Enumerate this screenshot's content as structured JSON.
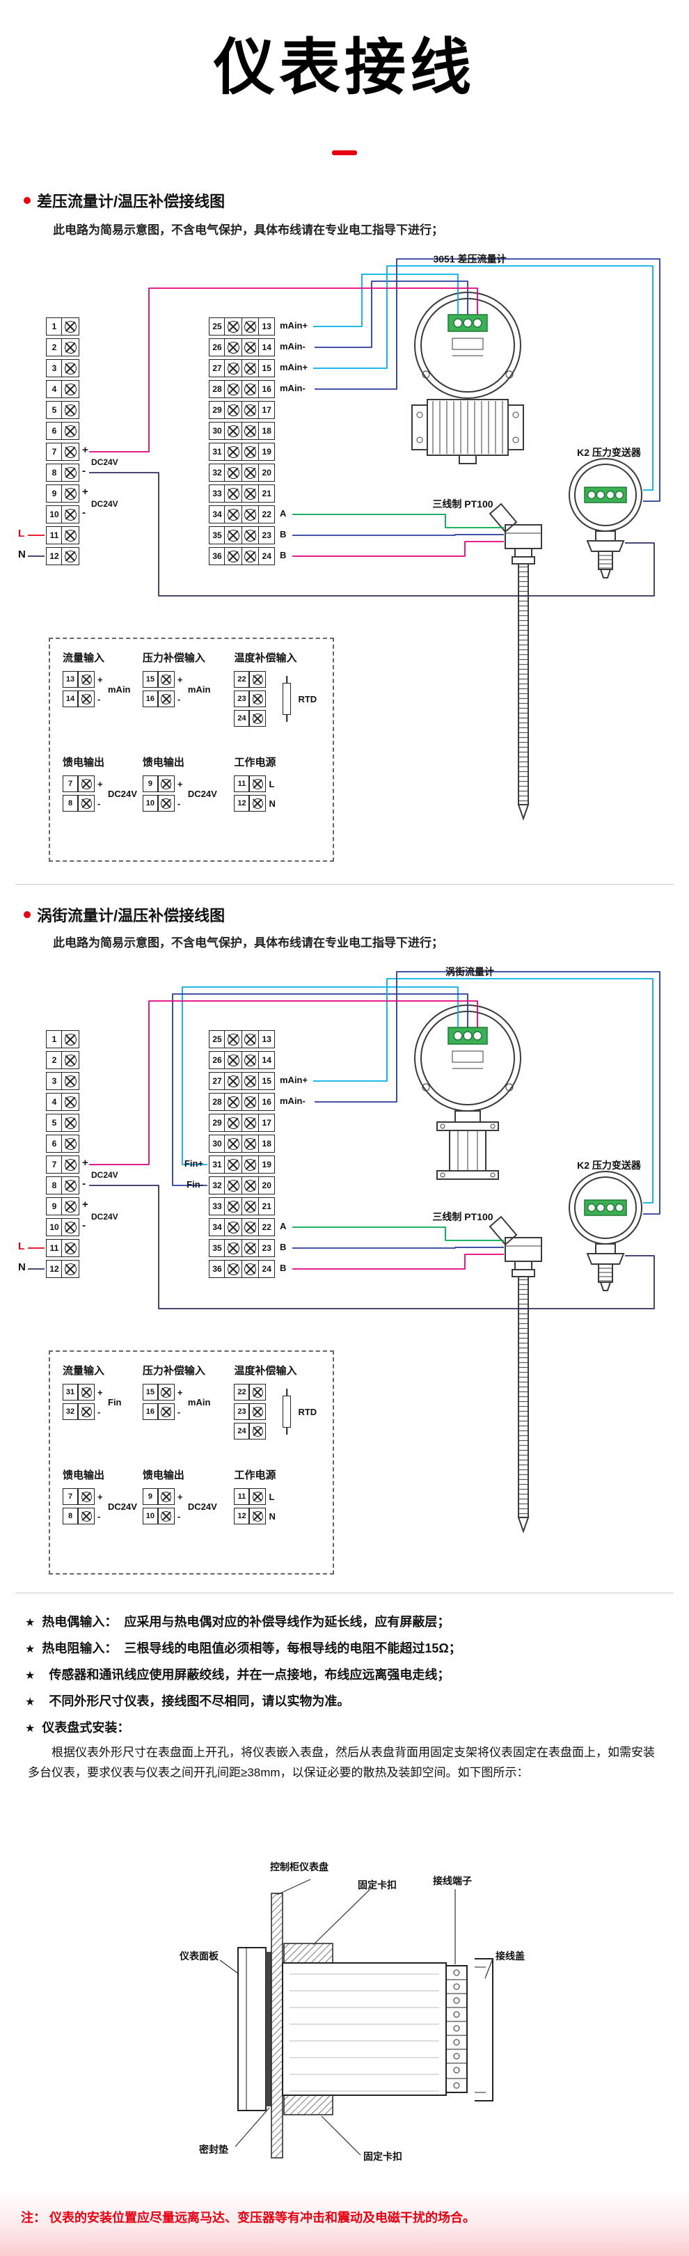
{
  "page": {
    "title": "仪表接线",
    "footer_note": "注： 仪表的安装位置应尽量远离马达、变压器等有冲击和震动及电磁干扰的场合。"
  },
  "colors": {
    "accent_red": "#e60012",
    "wire_cyan": "#00b0e8",
    "wire_blue": "#2b3a9e",
    "wire_magenta": "#e5007e",
    "wire_green": "#00a651",
    "wire_dark": "#2f2f5e",
    "terminal_green": "#3cb054"
  },
  "diagram1": {
    "heading": "差压流量计/温压补偿接线图",
    "note": "此电路为简易示意图，不含电气保护，具体布线请在专业电工指导下进行；",
    "flowmeter_label": "3051 差压流量计",
    "transmitter_label": "K2 压力变送器",
    "rtd_label": "三线制 PT100",
    "left_terminals": [
      "1",
      "2",
      "3",
      "4",
      "5",
      "6",
      "7",
      "8",
      "9",
      "10",
      "11",
      "12"
    ],
    "mid_left_terminals": [
      "25",
      "26",
      "27",
      "28",
      "29",
      "30",
      "31",
      "32",
      "33",
      "34",
      "35",
      "36"
    ],
    "mid_right_terminals": [
      "13",
      "14",
      "15",
      "16",
      "17",
      "18",
      "19",
      "20",
      "21",
      "22",
      "23",
      "24"
    ],
    "left_block_marks": [
      {
        "row": 7,
        "text": "+"
      },
      {
        "row": 8,
        "text": "-"
      },
      {
        "row": 9,
        "text": "+"
      },
      {
        "row": 10,
        "text": "-"
      }
    ],
    "power_marks": [
      {
        "row": 7,
        "text": "DC24V"
      },
      {
        "row": 9,
        "text": "DC24V"
      }
    ],
    "line_l": "L",
    "line_n": "N",
    "right_labels": [
      {
        "row": 1,
        "text": "mAin+"
      },
      {
        "row": 2,
        "text": "mAin-"
      },
      {
        "row": 3,
        "text": "mAin+"
      },
      {
        "row": 4,
        "text": "mAin-"
      },
      {
        "row": 10,
        "text": "A"
      },
      {
        "row": 11,
        "text": "B"
      },
      {
        "row": 12,
        "text": "B"
      }
    ],
    "mid_left_labels": [],
    "groups": [
      {
        "title": "流量输入",
        "tag": "mAin",
        "rows": [
          {
            "n": "13",
            "m": "+"
          },
          {
            "n": "14",
            "m": "-"
          }
        ]
      },
      {
        "title": "压力补偿输入",
        "tag": "mAin",
        "rows": [
          {
            "n": "15",
            "m": "+"
          },
          {
            "n": "16",
            "m": "-"
          }
        ]
      },
      {
        "title": "温度补偿输入",
        "tag": "RTD",
        "rtd": true,
        "rows": [
          {
            "n": "22",
            "m": ""
          },
          {
            "n": "23",
            "m": ""
          },
          {
            "n": "24",
            "m": ""
          }
        ]
      },
      {
        "title": "馈电输出",
        "tag": "DC24V",
        "rows": [
          {
            "n": "7",
            "m": "+"
          },
          {
            "n": "8",
            "m": "-"
          }
        ]
      },
      {
        "title": "馈电输出",
        "tag": "DC24V",
        "rows": [
          {
            "n": "9",
            "m": "+"
          },
          {
            "n": "10",
            "m": "-"
          }
        ]
      },
      {
        "title": "工作电源",
        "tag": "",
        "rows": [
          {
            "n": "11",
            "m": "L"
          },
          {
            "n": "12",
            "m": "N"
          }
        ]
      }
    ]
  },
  "diagram2": {
    "heading": "涡街流量计/温压补偿接线图",
    "note": "此电路为简易示意图，不含电气保护，具体布线请在专业电工指导下进行；",
    "flowmeter_label": "涡街流量计",
    "transmitter_label": "K2 压力变送器",
    "rtd_label": "三线制 PT100",
    "left_terminals": [
      "1",
      "2",
      "3",
      "4",
      "5",
      "6",
      "7",
      "8",
      "9",
      "10",
      "11",
      "12"
    ],
    "mid_left_terminals": [
      "25",
      "26",
      "27",
      "28",
      "29",
      "30",
      "31",
      "32",
      "33",
      "34",
      "35",
      "36"
    ],
    "mid_right_terminals": [
      "13",
      "14",
      "15",
      "16",
      "17",
      "18",
      "19",
      "20",
      "21",
      "22",
      "23",
      "24"
    ],
    "left_block_marks": [
      {
        "row": 7,
        "text": "+"
      },
      {
        "row": 8,
        "text": "-"
      },
      {
        "row": 9,
        "text": "+"
      },
      {
        "row": 10,
        "text": "-"
      }
    ],
    "power_marks": [
      {
        "row": 7,
        "text": "DC24V"
      },
      {
        "row": 9,
        "text": "DC24V"
      }
    ],
    "line_l": "L",
    "line_n": "N",
    "right_labels": [
      {
        "row": 3,
        "text": "mAin+"
      },
      {
        "row": 4,
        "text": "mAin-"
      },
      {
        "row": 10,
        "text": "A"
      },
      {
        "row": 11,
        "text": "B"
      },
      {
        "row": 12,
        "text": "B"
      }
    ],
    "mid_left_labels": [
      {
        "row": 7,
        "text": "Fin+"
      },
      {
        "row": 8,
        "text": "Fin-"
      }
    ],
    "groups": [
      {
        "title": "流量输入",
        "tag": "Fin",
        "rows": [
          {
            "n": "31",
            "m": "+"
          },
          {
            "n": "32",
            "m": "-"
          }
        ]
      },
      {
        "title": "压力补偿输入",
        "tag": "mAin",
        "rows": [
          {
            "n": "15",
            "m": "+"
          },
          {
            "n": "16",
            "m": "-"
          }
        ]
      },
      {
        "title": "温度补偿输入",
        "tag": "RTD",
        "rtd": true,
        "rows": [
          {
            "n": "22",
            "m": ""
          },
          {
            "n": "23",
            "m": ""
          },
          {
            "n": "24",
            "m": ""
          }
        ]
      },
      {
        "title": "馈电输出",
        "tag": "DC24V",
        "rows": [
          {
            "n": "7",
            "m": "+"
          },
          {
            "n": "8",
            "m": "-"
          }
        ]
      },
      {
        "title": "馈电输出",
        "tag": "DC24V",
        "rows": [
          {
            "n": "9",
            "m": "+"
          },
          {
            "n": "10",
            "m": "-"
          }
        ]
      },
      {
        "title": "工作电源",
        "tag": "",
        "rows": [
          {
            "n": "11",
            "m": "L"
          },
          {
            "n": "12",
            "m": "N"
          }
        ]
      }
    ]
  },
  "notes": {
    "star": "★",
    "items": [
      {
        "lead": "热电偶输入：",
        "text": "应采用与热电偶对应的补偿导线作为延长线，应有屏蔽层；"
      },
      {
        "lead": "热电阻输入：",
        "text": "三根导线的电阻值必须相等，每根导线的电阻不能超过15Ω；"
      },
      {
        "lead": "",
        "text": "传感器和通讯线应使用屏蔽绞线，并在一点接地，布线应远离强电走线；"
      },
      {
        "lead": "",
        "text": "不同外形尺寸仪表，接线图不尽相同，请以实物为准。"
      },
      {
        "lead": "仪表盘式安装：",
        "text": ""
      }
    ],
    "install_para": "根据仪表外形尺寸在表盘面上开孔，将仪表嵌入表盘，然后从表盘背面用固定支架将仪表固定在表盘面上，如需安装多台仪表，要求仪表与仪表之间开孔间距≥38mm，以保证必要的散热及装卸空间。如下图所示："
  },
  "install": {
    "labels": {
      "panel": "控制柜仪表盘",
      "clip_top": "固定卡扣",
      "terminal": "接线端子",
      "front_panel": "仪表面板",
      "cover": "接线盖",
      "gasket": "密封垫",
      "clip_bottom": "固定卡扣"
    }
  }
}
